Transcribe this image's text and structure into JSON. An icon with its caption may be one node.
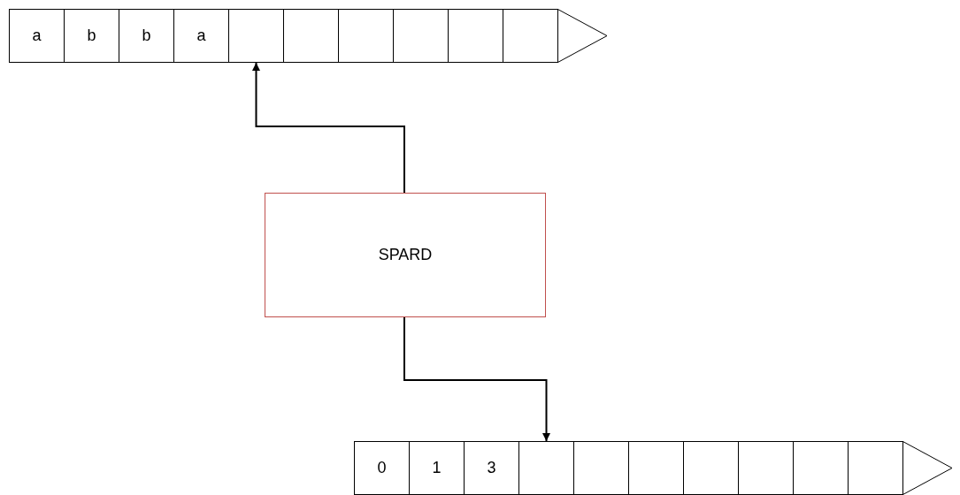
{
  "diagram": {
    "nodes": [
      {
        "text": [
          "a"
        ]
      },
      {
        "text": [
          "b"
        ]
      },
      {
        "text": [
          "b"
        ]
      },
      {
        "text": [
          "a"
        ]
      },
      {
        "text": [],
        "shape": "box"
      },
      {
        "text": [],
        "shape": "box"
      },
      {
        "text": [],
        "shape": "box"
      },
      {
        "text": [],
        "shape": "box"
      },
      {
        "text": [],
        "shape": "box"
      },
      {
        "text": [],
        "shape": "box"
      },
      {
        "text": [
          "SPARD"
        ]
      },
      {
        "text": [
          "0"
        ]
      },
      {
        "text": [
          "1"
        ]
      },
      {
        "text": [
          "3"
        ]
      },
      {
        "text": [],
        "shape": "box"
      },
      {
        "text": [],
        "shape": "box"
      },
      {
        "text": [],
        "shape": "box"
      },
      {
        "text": [],
        "shape": "box"
      },
      {
        "text": [],
        "shape": "box"
      },
      {
        "text": [],
        "shape": "box"
      },
      {
        "text": [],
        "shape": "box"
      }
    ],
    "edges": [
      {
        "from": 10,
        "to": 4,
        "arrow": "to"
      },
      {
        "from": 10,
        "to": 14,
        "arrow": "to"
      }
    ]
  }
}
